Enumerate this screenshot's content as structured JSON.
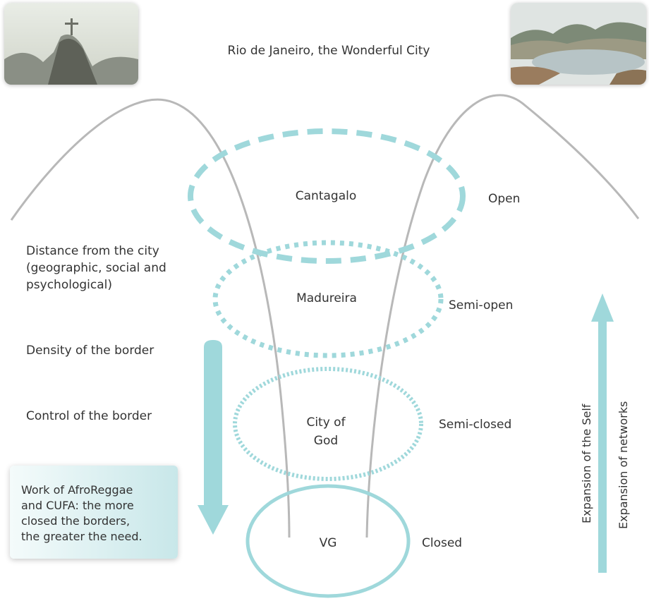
{
  "title": "Rio de Janeiro,  the Wonderful City",
  "levels": [
    {
      "name": "Cantagalo",
      "status": "Open"
    },
    {
      "name": "Madureira",
      "status": "Semi-open"
    },
    {
      "name": "City of\nGod",
      "status": "Semi-closed"
    },
    {
      "name": "VG",
      "status": "Closed"
    }
  ],
  "left_labels": {
    "distance": "Distance from the city\n(geographic, social and\npsychological)",
    "density": "Density of the border",
    "control": "Control of the border"
  },
  "note": "Work of AfroReggae\nand CUFA: the more\nclosed the borders,\nthe greater the need.",
  "right_labels": {
    "self": "Expansion of the Self",
    "networks": "Expansion of networks"
  },
  "colors": {
    "accent": "#9fd8db",
    "curve": "#b8b8b8",
    "text": "#333333"
  },
  "photos": [
    "christ-the-redeemer-photo",
    "rio-lagoon-photo"
  ]
}
